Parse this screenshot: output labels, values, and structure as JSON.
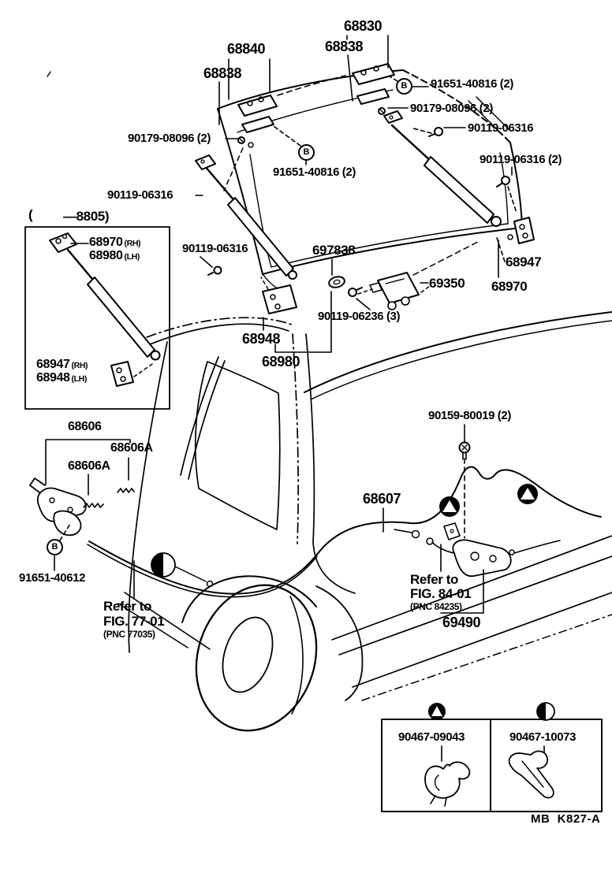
{
  "page": {
    "background": "#ffffff",
    "ink": "#000000"
  },
  "footer": {
    "code": "MB  K827-A"
  },
  "b_marks": [
    {
      "letter": "B"
    },
    {
      "letter": "B"
    },
    {
      "letter": "B"
    }
  ],
  "labels": [
    {
      "text": "68830"
    },
    {
      "text": "68838"
    },
    {
      "text": "68840"
    },
    {
      "text": "68838"
    },
    {
      "text": "91651-40816 (2)"
    },
    {
      "text": "90179-08096 (2)"
    },
    {
      "text": "90119-06316"
    },
    {
      "text": "90119-06316 (2)"
    },
    {
      "text": "90179-08096 (2)"
    },
    {
      "text": "91651-40816 (2)"
    },
    {
      "text": "90119-06316"
    },
    {
      "text": "("
    },
    {
      "text": "—8805)"
    },
    {
      "text": "68970",
      "suffix": "(RH)"
    },
    {
      "text": "68980",
      "suffix": "(LH)"
    },
    {
      "text": "90119-06316"
    },
    {
      "text": "697838"
    },
    {
      "text": "69350"
    },
    {
      "text": "68947"
    },
    {
      "text": "68970"
    },
    {
      "text": "90119-06236 (3)"
    },
    {
      "text": "68948"
    },
    {
      "text": "68980"
    },
    {
      "text": "68947",
      "suffix": "(RH)"
    },
    {
      "text": "68948",
      "suffix": "(LH)"
    },
    {
      "text": "68606"
    },
    {
      "text": "68606A"
    },
    {
      "text": "68606A"
    },
    {
      "text": "90159-80019 (2)"
    },
    {
      "text": "68607"
    },
    {
      "text": "91651-40612"
    },
    {
      "text": "Refer to"
    },
    {
      "text": "FIG. 77-01"
    },
    {
      "text": "(PNC 77035)"
    },
    {
      "text": "Refer to"
    },
    {
      "text": "FIG. 84-01"
    },
    {
      "text": "(PNC 84235)"
    },
    {
      "text": "69490"
    }
  ],
  "legend": {
    "cells": [
      {
        "symbol": "circle-triangle-marker",
        "part_no": "90467-09043"
      },
      {
        "symbol": "circle-half-filled-marker",
        "part_no": "90467-10073"
      }
    ]
  }
}
